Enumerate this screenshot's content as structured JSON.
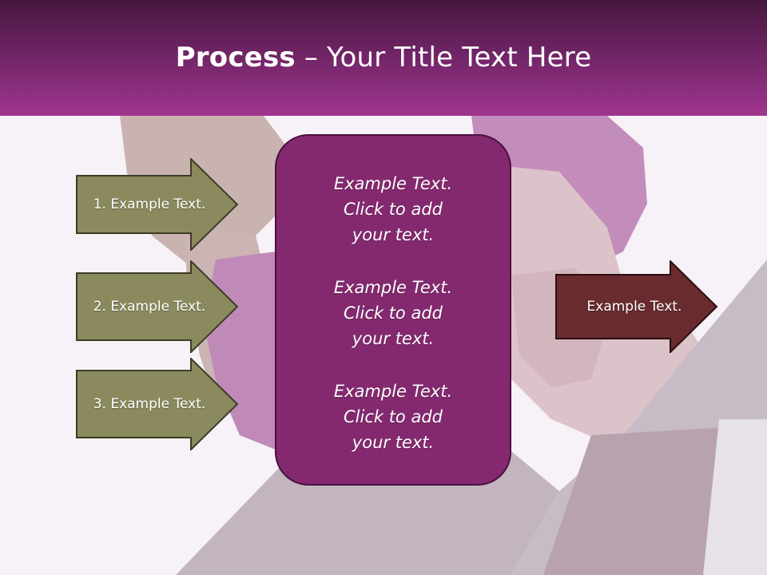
{
  "title": {
    "bold": "Process",
    "rest": " – Your Title Text Here"
  },
  "left_arrows": [
    {
      "label": "1. Example Text."
    },
    {
      "label": "2. Example Text."
    },
    {
      "label": "3. Example Text."
    }
  ],
  "center_box": {
    "items": [
      "Example Text.\nClick  to add\nyour text.",
      "Example Text.\nClick  to add\nyour text.",
      "Example Text.\nClick  to add\nyour text."
    ]
  },
  "right_arrow": {
    "label": "Example Text."
  },
  "colors": {
    "header_dark": "#46173e",
    "header_light": "#a0358f",
    "left_arrow_fill": "#8b8a5e",
    "center_box_fill": "#84296f",
    "right_arrow_fill": "#6a2b2e"
  }
}
